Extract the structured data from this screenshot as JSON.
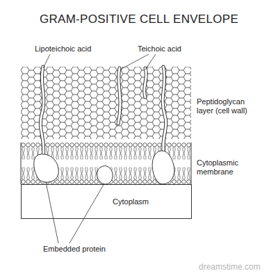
{
  "diagram": {
    "title": "GRAM-POSITIVE CELL ENVELOPE",
    "nodes": [
      {
        "text": [
          "Cytoplasm"
        ]
      }
    ],
    "edges": [],
    "labels": [
      "Lipoteichoic acid",
      "Teichoic acid",
      "Peptidoglycan layer (cell wall)",
      "Cytoplasmic membrane",
      "Embedded protein",
      "dreamstime.com"
    ]
  }
}
